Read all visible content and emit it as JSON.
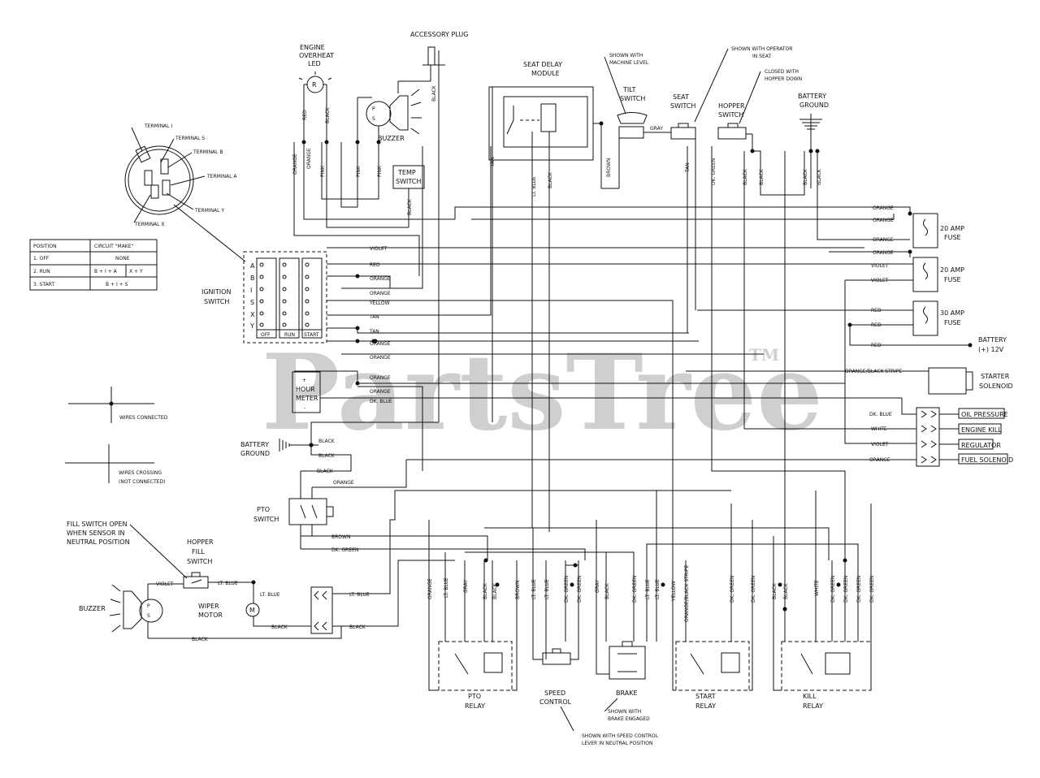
{
  "watermark": {
    "text": "PartsTree",
    "tm": "TM"
  },
  "legend": {
    "connected": "WIRES CONNECTED",
    "crossing": [
      "WIRES CROSSING",
      "(NOT CONNECTED)"
    ]
  },
  "ignition_table": {
    "header": [
      "POSITION",
      "CIRCUIT \"MAKE\""
    ],
    "rows": [
      [
        "1. OFF",
        "NONE",
        ""
      ],
      [
        "2. RUN",
        "B + I + A",
        "X + Y"
      ],
      [
        "3. START",
        "B + I + S",
        ""
      ]
    ]
  },
  "terminals": {
    "i": "TERMINAL I",
    "s": "TERMINAL S",
    "b": "TERMINAL B",
    "a": "TERMINAL A",
    "y": "TERMINAL Y",
    "x": "TERMINAL X"
  },
  "ignition_switch": {
    "label": [
      "IGNITION",
      "SWITCH"
    ],
    "rows": [
      "A",
      "B",
      "I",
      "S",
      "X",
      "Y"
    ],
    "positions": [
      "OFF",
      "RUN",
      "START"
    ]
  },
  "components": {
    "engine_led": [
      "ENGINE",
      "OVERHEAT",
      "LED"
    ],
    "led_r": "R",
    "accessory_plug": "ACCESSORY PLUG",
    "buzzer_top": "BUZZER",
    "temp_switch": [
      "TEMP",
      "SWITCH"
    ],
    "seat_delay": [
      "SEAT DELAY",
      "MODULE"
    ],
    "tilt_switch": [
      "TILT",
      "SWITCH"
    ],
    "tilt_note": [
      "SHOWN WITH",
      "MACHINE LEVEL"
    ],
    "seat_switch": [
      "SEAT",
      "SWITCH"
    ],
    "seat_note": [
      "SHOWN WITH OPERATOR",
      "IN SEAT"
    ],
    "hopper_switch": [
      "HOPPER",
      "SWITCH"
    ],
    "hopper_note": [
      "CLOSED WITH",
      "HOPPER DOWN"
    ],
    "battery_ground_top": [
      "BATTERY",
      "GROUND"
    ],
    "hour_meter": [
      "HOUR",
      "METER"
    ],
    "battery_ground_left": [
      "BATTERY",
      "GROUND"
    ],
    "pto_switch": [
      "PTO",
      "SWITCH"
    ],
    "fill_note": [
      "FILL SWITCH OPEN",
      "WHEN SENSOR IN",
      "NEUTRAL POSITION"
    ],
    "hopper_fill": [
      "HOPPER",
      "FILL",
      "SWITCH"
    ],
    "buzzer_left": "BUZZER",
    "wiper_motor": [
      "WIPER",
      "MOTOR"
    ],
    "motor_m": "M",
    "fuse1": [
      "20 AMP",
      "FUSE"
    ],
    "fuse2": [
      "20 AMP",
      "FUSE"
    ],
    "fuse3": [
      "30 AMP",
      "FUSE"
    ],
    "battery": [
      "BATTERY",
      "(+) 12V"
    ],
    "starter": [
      "STARTER",
      "SOLENOID"
    ],
    "pto_relay": [
      "PTO",
      "RELAY"
    ],
    "speed_control": [
      "SPEED",
      "CONTROL"
    ],
    "speed_note": [
      "SHOWN WITH SPEED CONTROL",
      "LEVER IN NEUTRAL POSITION"
    ],
    "brake": "BRAKE",
    "brake_note": [
      "SHOWN WITH",
      "BRAKE ENGAGED"
    ],
    "start_relay": [
      "START",
      "RELAY"
    ],
    "kill_relay": [
      "KILL",
      "RELAY"
    ]
  },
  "connector_labels": [
    "OIL PRESSURE",
    "ENGINE KILL",
    "REGULATOR",
    "FUEL SOLENOID"
  ],
  "wire_labels": {
    "w_violet1": "VIOLET",
    "w_red1": "RED",
    "w_orange1": "ORANGE",
    "w_orange2": "ORANGE",
    "w_yellow1": "YELLOW",
    "w_tan1": "TAN",
    "w_tan2": "TAN",
    "w_orange3": "ORANGE",
    "w_orange4": "ORANGE",
    "w_orange5": "ORANGE",
    "w_orange6": "ORANGE",
    "w_dkblue1": "DK. BLUE",
    "w_black1": "BLACK",
    "w_black2": "BLACK",
    "w_black3": "BLACK",
    "w_orange7": "ORANGE",
    "w_brown1": "BROWN",
    "w_dkgreen1": "DK. GREEN",
    "r_orange1": "ORANGE",
    "r_orange2": "ORANGE",
    "r_orange3": "ORANGE",
    "r_orange4": "ORANGE",
    "r_violet1": "VIOLET",
    "r_violet2": "VIOLET",
    "r_red1": "RED",
    "r_red2": "RED",
    "r_red3": "RED",
    "r_obs": "ORANGE/BLACK STRIPE",
    "r_dkblue": "DK. BLUE",
    "r_white": "WHITE",
    "r_violet3": "VIOLET",
    "r_orange5": "ORANGE",
    "l_violet": "VIOLET",
    "l_ltblue1": "LT. BLUE",
    "l_ltblue2": "LT. BLUE",
    "l_ltblue3": "LT. BLUE",
    "l_black1": "BLACK",
    "l_black2": "BLACK",
    "l_black3": "BLACK",
    "v_red": "RED",
    "v_black": "BLACK",
    "v_orange": "ORANGE",
    "v_orange2": "ORANGE",
    "v_black2": "BLACK",
    "v_pink": "PINK",
    "v_pink2": "PINK",
    "v_pink3": "PINK",
    "v_black3": "BLACK",
    "v_tan": "TAN",
    "v_ltblue": "LT. BLUE",
    "v_black4": "BLACK",
    "v_brown": "BROWN",
    "v_gray": "GRAY",
    "v_tan2": "TAN",
    "v_dkgreen": "DK. GREEN",
    "v_black5": "BLACK",
    "v_black6": "BLACK",
    "v_black7": "BLACK",
    "v_black8": "BLACK",
    "b_orange": "ORANGE",
    "b_ltblue": "LT. BLUE",
    "b_gray": "GRAY",
    "b_black": "BLACK",
    "b_black2": "BLACK",
    "b_brown": "BROWN",
    "b_ltblue2": "LT. BLUE",
    "b_ltblue3": "LT. BLUE",
    "b_dkgreen": "DK. GREEN",
    "b_dkgreen2": "DK. GREEN",
    "b_gray2": "GRAY",
    "b_black3": "BLACK",
    "b_dkgreen3": "DK. GREEN",
    "b_ltblue4": "LT. BLUE",
    "b_ltblue5": "LT. BLUE",
    "b_yellow": "YELLOW",
    "b_obs": "ORANGE/BLACK STRIPE",
    "b_dkgreen4": "DK. GREEN",
    "b_dkgreen5": "DK. GREEN",
    "b_black4": "BLACK",
    "b_black5": "BLACK",
    "b_white": "WHITE",
    "b_dkgreen6": "DK. GREEN",
    "b_dkgreen7": "DK. GREEN",
    "b_dkgreen8": "DK. GREEN",
    "b_dkgreen9": "DK. GREEN"
  }
}
